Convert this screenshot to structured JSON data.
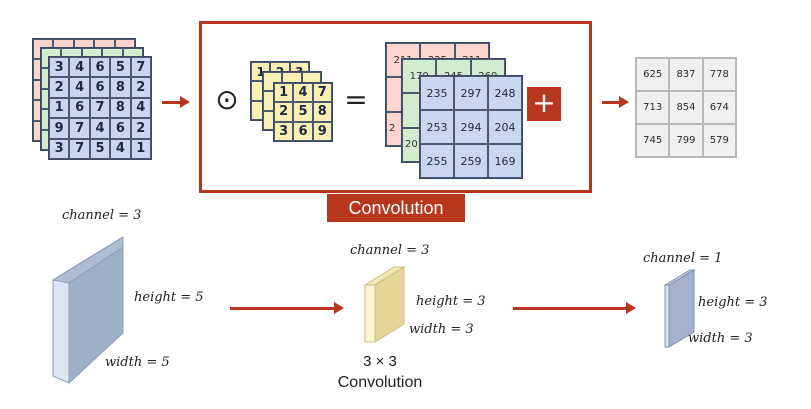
{
  "top": {
    "input_matrix": [
      [
        "3",
        "4",
        "6",
        "5",
        "7"
      ],
      [
        "2",
        "4",
        "6",
        "8",
        "2"
      ],
      [
        "1",
        "6",
        "7",
        "8",
        "4"
      ],
      [
        "9",
        "7",
        "4",
        "6",
        "2"
      ],
      [
        "3",
        "7",
        "5",
        "4",
        "1"
      ]
    ],
    "kernel_matrix": [
      [
        "1",
        "4",
        "7"
      ],
      [
        "2",
        "5",
        "8"
      ],
      [
        "3",
        "6",
        "9"
      ]
    ],
    "operator_dot": "⊙",
    "operator_equals": "=",
    "partial_back": [
      [
        "211",
        "225",
        "211"
      ],
      [
        "",
        "",
        ""
      ],
      [
        "2",
        "",
        ""
      ]
    ],
    "partial_mid": [
      [
        "170",
        "245",
        "260"
      ],
      [
        "",
        "",
        ""
      ],
      [
        "20",
        "",
        ""
      ]
    ],
    "partial_front": [
      [
        "235",
        "297",
        "248"
      ],
      [
        "253",
        "294",
        "204"
      ],
      [
        "255",
        "259",
        "169"
      ]
    ],
    "plus_label": "+",
    "convolution_label": "Convolution",
    "result_matrix": [
      [
        "625",
        "837",
        "778"
      ],
      [
        "713",
        "854",
        "674"
      ],
      [
        "745",
        "799",
        "579"
      ]
    ]
  },
  "bottom": {
    "input": {
      "channel": "channel = 3",
      "height": "height = 5",
      "width": "width = 5"
    },
    "kernel": {
      "channel": "channel = 3",
      "height": "height = 3",
      "width": "width = 3",
      "size": "3 × 3",
      "name": "Convolution"
    },
    "output": {
      "channel": "channel = 1",
      "height": "height = 3",
      "width": "width = 3"
    }
  },
  "colors": {
    "accent": "#b6361e",
    "blue_cell": "#c9d7ee",
    "yellow_cell": "#fbf0b3"
  }
}
